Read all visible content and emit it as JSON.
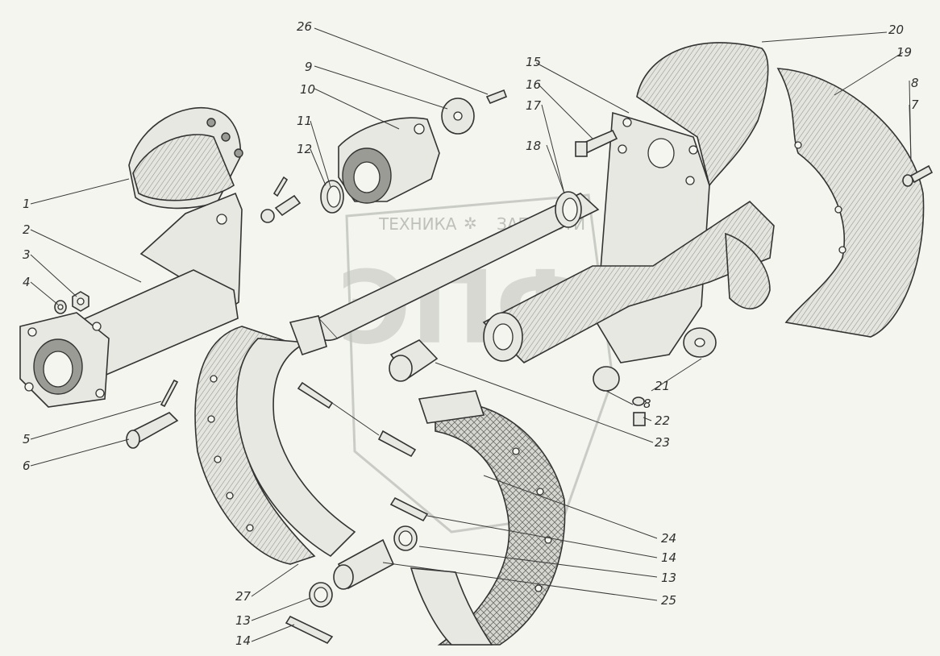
{
  "watermark": {
    "brand_left": "ТЕХНИКА",
    "brand_right": "ЗАПЧАСТИ",
    "logo": "ЭПФ",
    "color": "#b9bbb5"
  },
  "colors": {
    "line": "#333333",
    "paper": "#f4f5ef",
    "label": "#2f2f2f"
  },
  "callouts": [
    {
      "id": "c1",
      "text": "1"
    },
    {
      "id": "c2",
      "text": "2"
    },
    {
      "id": "c3",
      "text": "3"
    },
    {
      "id": "c4",
      "text": "4"
    },
    {
      "id": "c5",
      "text": "5"
    },
    {
      "id": "c6",
      "text": "6"
    },
    {
      "id": "c7",
      "text": "7"
    },
    {
      "id": "c8a",
      "text": "8"
    },
    {
      "id": "c8b",
      "text": "8"
    },
    {
      "id": "c9",
      "text": "9"
    },
    {
      "id": "c10",
      "text": "10"
    },
    {
      "id": "c11",
      "text": "11"
    },
    {
      "id": "c12",
      "text": "12"
    },
    {
      "id": "c13a",
      "text": "13"
    },
    {
      "id": "c13b",
      "text": "13"
    },
    {
      "id": "c14a",
      "text": "14"
    },
    {
      "id": "c14b",
      "text": "14"
    },
    {
      "id": "c15",
      "text": "15"
    },
    {
      "id": "c16",
      "text": "16"
    },
    {
      "id": "c17",
      "text": "17"
    },
    {
      "id": "c18",
      "text": "18"
    },
    {
      "id": "c19",
      "text": "19"
    },
    {
      "id": "c20",
      "text": "20"
    },
    {
      "id": "c21",
      "text": "21"
    },
    {
      "id": "c22",
      "text": "22"
    },
    {
      "id": "c23",
      "text": "23"
    },
    {
      "id": "c24",
      "text": "24"
    },
    {
      "id": "c25",
      "text": "25"
    },
    {
      "id": "c26",
      "text": "26"
    },
    {
      "id": "c27",
      "text": "27"
    }
  ]
}
